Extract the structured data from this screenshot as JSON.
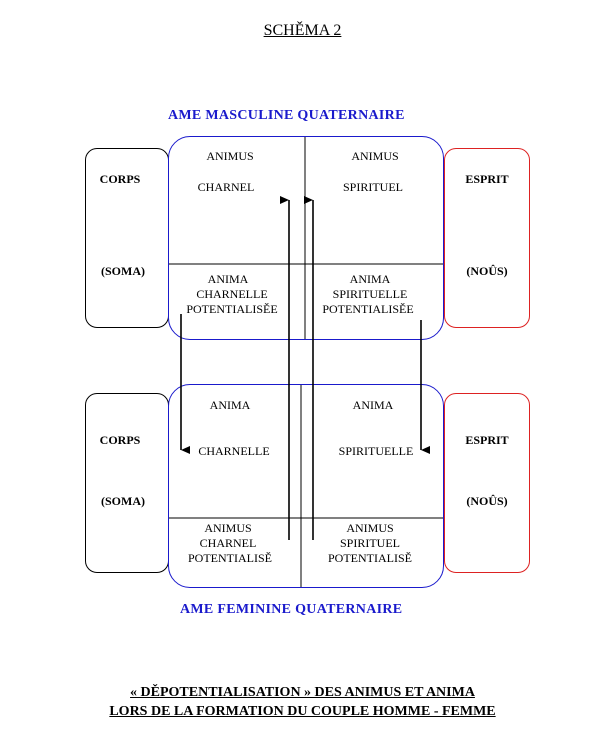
{
  "title": "SCHĚMA 2",
  "top_label": "AME  MASCULINE  QUATERNAIRE",
  "bottom_label": "AME  FEMININE  QUATERNAIRE",
  "upper": {
    "left_side": {
      "a": "CORPS",
      "b": "(SOMA)"
    },
    "right_side": {
      "a": "ESPRIT",
      "b": "(NOÛS)"
    },
    "q_tl": [
      "ANIMUS",
      "CHARNEL"
    ],
    "q_tr": [
      "ANIMUS",
      "SPIRITUEL"
    ],
    "q_bl": [
      "ANIMA",
      "CHARNELLE",
      "POTENTIALISĚE"
    ],
    "q_br": [
      "ANIMA",
      "SPIRITUELLE",
      "POTENTIALISĚE"
    ]
  },
  "lower": {
    "left_side": {
      "a": "CORPS",
      "b": "(SOMA)"
    },
    "right_side": {
      "a": "ESPRIT",
      "b": "(NOÛS)"
    },
    "q_tl": [
      "ANIMA",
      "CHARNELLE"
    ],
    "q_tr": [
      "ANIMA",
      "SPIRITUELLE"
    ],
    "q_bl": [
      "ANIMUS",
      "CHARNEL",
      "POTENTIALISĚ"
    ],
    "q_br": [
      "ANIMUS",
      "SPIRITUEL",
      "POTENTIALISĚ"
    ]
  },
  "footer": {
    "line1": "« DĚPOTENTIALISATION » DES ANIMUS ET ANIMA",
    "line2": "LORS DE LA FORMATION DU COUPLE HOMME - FEMME"
  },
  "colors": {
    "blue": "#1a1acc",
    "red": "#dd2222",
    "black": "#000000"
  }
}
